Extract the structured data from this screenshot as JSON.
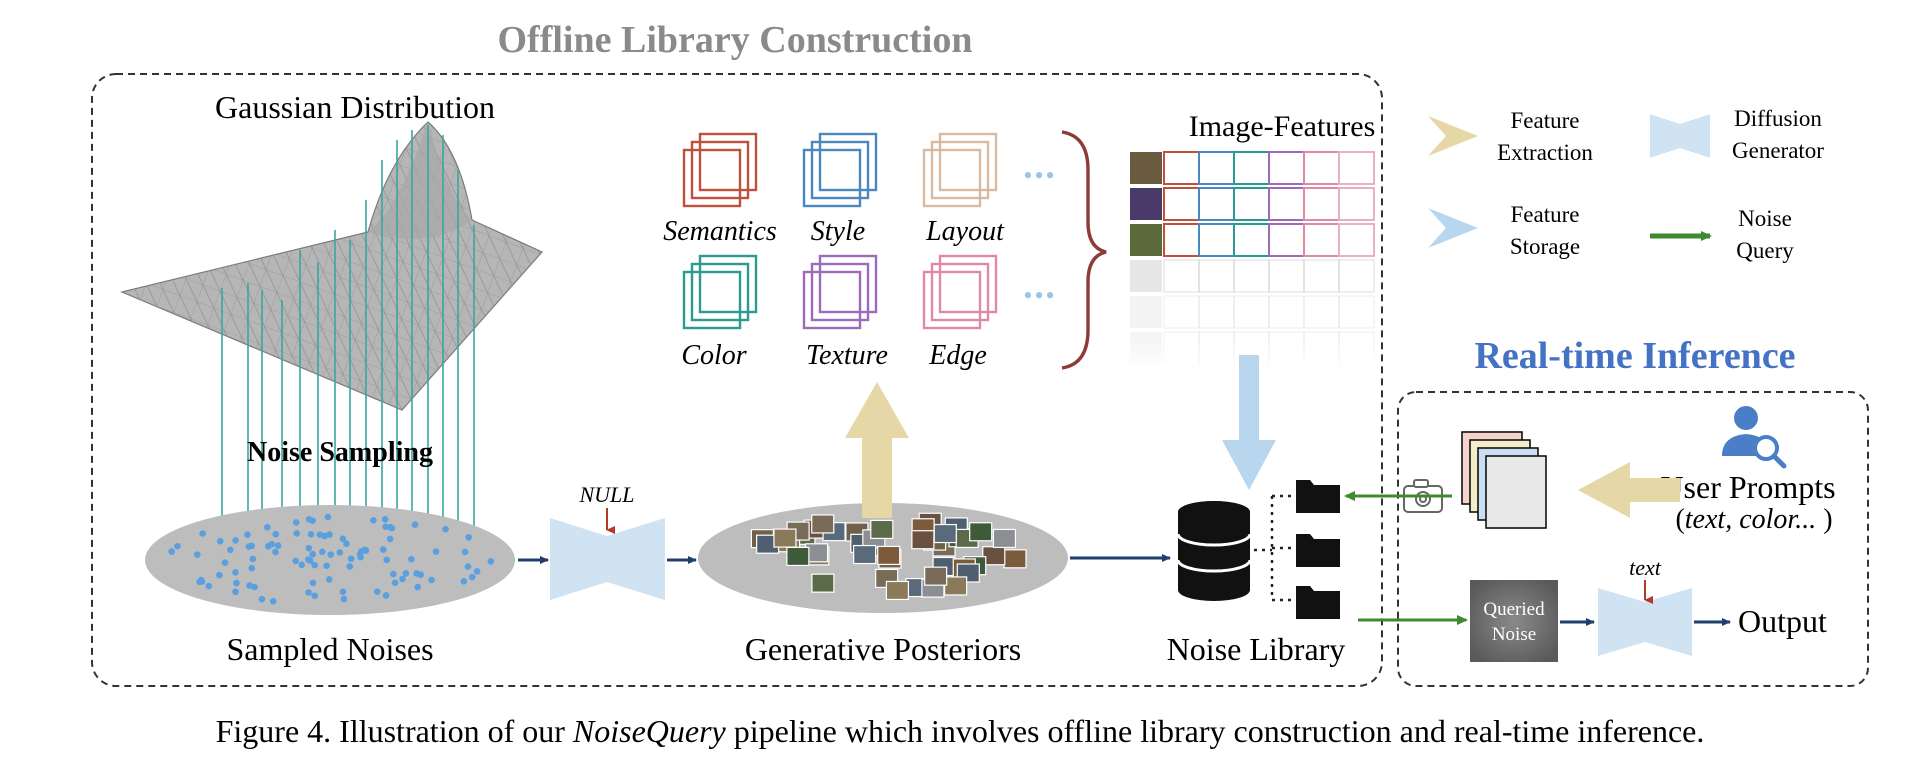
{
  "offline": {
    "title": "Offline Library Construction",
    "gaussian_label": "Gaussian Distribution",
    "noise_sampling_label": "Noise Sampling",
    "sampled_noises_label": "Sampled Noises",
    "null_label": "NULL",
    "generative_posteriors_label": "Generative Posteriors",
    "noise_library_label": "Noise Library",
    "image_features_label": "Image-Features",
    "features": [
      {
        "label": "Semantics",
        "color": "#c0503a"
      },
      {
        "label": "Style",
        "color": "#4a86c0"
      },
      {
        "label": "Layout",
        "color": "#d9b9a0"
      },
      {
        "label": "Color",
        "color": "#2a9a92"
      },
      {
        "label": "Texture",
        "color": "#9c6ab8"
      },
      {
        "label": "Edge",
        "color": "#e08aa8"
      }
    ],
    "ellipsis": "•••"
  },
  "legend": {
    "items": [
      {
        "line1": "Feature",
        "line2": "Extraction",
        "color": "#e6d7a6"
      },
      {
        "line1": "Diffusion",
        "line2": "Generator",
        "color": "#cfe3f3"
      },
      {
        "line1": "Feature",
        "line2": "Storage",
        "color": "#b9d6ef"
      },
      {
        "line1": "Noise",
        "line2": "Query",
        "color": "#3f8a2e"
      }
    ]
  },
  "realtime": {
    "title": "Real-time Inference",
    "title_color": "#4472c4",
    "user_prompts_label": "User Prompts",
    "user_prompts_sub_open": "(",
    "user_prompts_sub_italic": "text, color...",
    "user_prompts_sub_close": " )",
    "text_label": "text",
    "queried_line1": "Queried",
    "queried_line2": "Noise",
    "output_label": "Output"
  },
  "caption": {
    "prefix": "Figure 4. Illustration of our ",
    "name": "NoiseQuery",
    "suffix": " pipeline which involves offline library construction and real-time inference."
  }
}
